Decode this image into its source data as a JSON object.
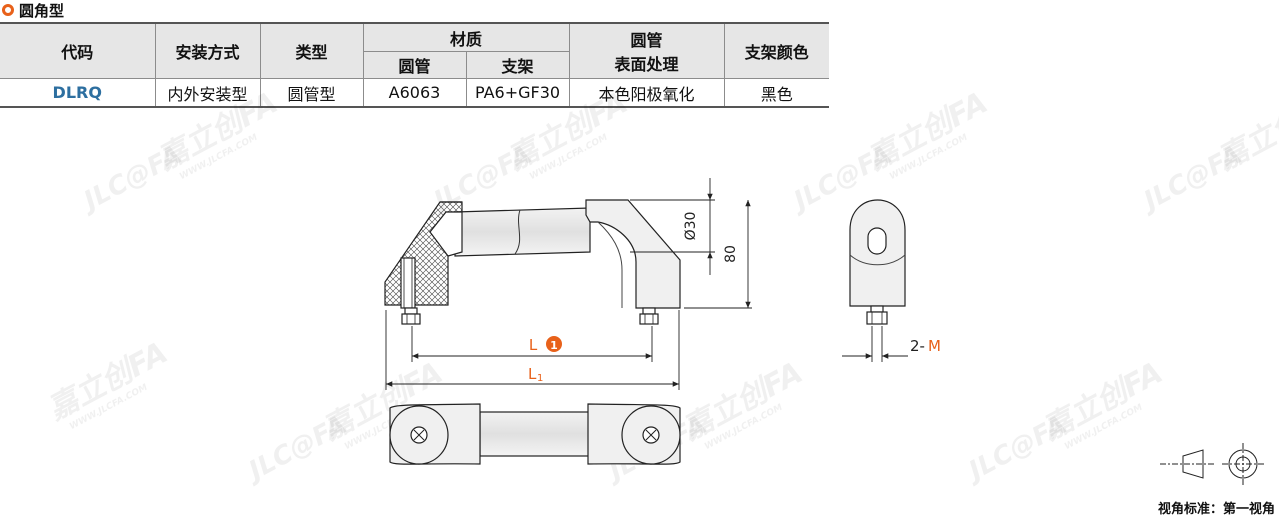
{
  "section": {
    "title": "圆角型"
  },
  "table": {
    "headers": {
      "code": "代码",
      "install": "安装方式",
      "type": "类型",
      "material": "材质",
      "material_tube": "圆管",
      "material_bracket": "支架",
      "surface_line1": "圆管",
      "surface_line2": "表面处理",
      "bracket_color": "支架颜色"
    },
    "row": {
      "code": "DLRQ",
      "install": "内外安装型",
      "type": "圆管型",
      "tube_material": "A6063",
      "bracket_material": "PA6+GF30",
      "surface": "本色阳极氧化",
      "bracket_color": "黑色"
    }
  },
  "drawing": {
    "dim_diameter": "Ø30",
    "dim_height": "80",
    "dim_L": "L",
    "dim_L_badge": "1",
    "dim_L1": "L",
    "dim_L1_sub": "1",
    "dim_2M_prefix": "2-",
    "dim_2M_suffix": "M",
    "accent_color": "#e8611a"
  },
  "projection_note": "视角标准：第一视角",
  "watermark": {
    "logo": "JLC@FA",
    "brand": "嘉立创FA",
    "url": "WWW.JLCFA.COM"
  }
}
